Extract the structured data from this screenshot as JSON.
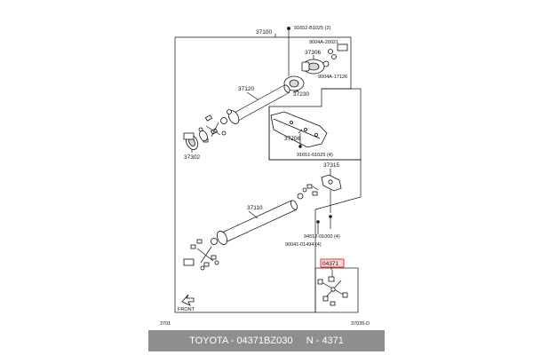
{
  "diagram": {
    "labels": {
      "assembly": "37100",
      "bolt_top": "91652-B1025 (2)",
      "nut_a": "9004A-20021",
      "bearing": "37306",
      "nut_b": "9004A-17126",
      "shaft_front": "37120",
      "center_support": "37230",
      "bracket": "37206",
      "bolt_bracket": "91651-61025 (4)",
      "flange_front": "37302",
      "flange_rear": "37315",
      "shaft_rear": "37110",
      "bolt_rear_a": "94512-01000 (4)",
      "bolt_rear_b": "90041-01494 (4)",
      "joint_highlight": "04371",
      "front_marker": "FRONT",
      "page_code": "3701",
      "figure_code": "37035-D"
    },
    "highlight_color": "#ff0000"
  },
  "caption": {
    "text": "TOYOTA - 04371BZ030     N - 4371"
  }
}
